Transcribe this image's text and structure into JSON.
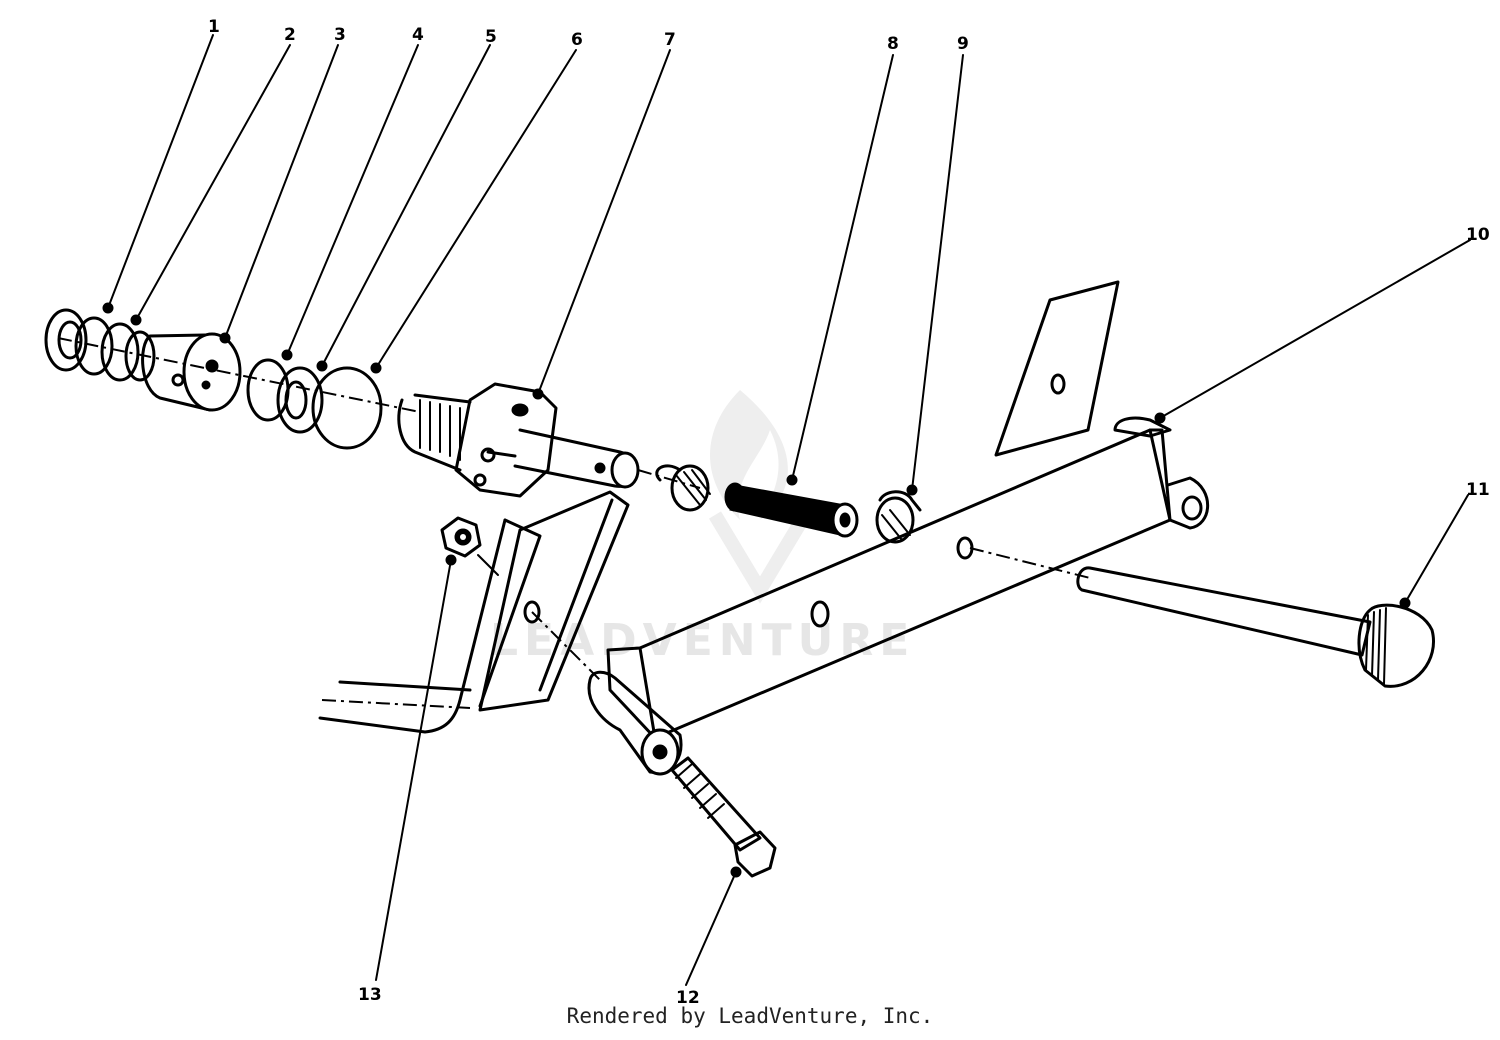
{
  "callouts": [
    {
      "id": "1",
      "label": "1"
    },
    {
      "id": "2",
      "label": "2"
    },
    {
      "id": "3",
      "label": "3"
    },
    {
      "id": "4",
      "label": "4"
    },
    {
      "id": "5",
      "label": "5"
    },
    {
      "id": "6",
      "label": "6"
    },
    {
      "id": "7",
      "label": "7"
    },
    {
      "id": "8",
      "label": "8"
    },
    {
      "id": "9",
      "label": "9"
    },
    {
      "id": "10",
      "label": "10"
    },
    {
      "id": "11",
      "label": "11"
    },
    {
      "id": "12",
      "label": "12"
    },
    {
      "id": "13",
      "label": "13"
    }
  ],
  "watermark": "LEADVENTURE",
  "credit": "Rendered by LeadVenture, Inc."
}
